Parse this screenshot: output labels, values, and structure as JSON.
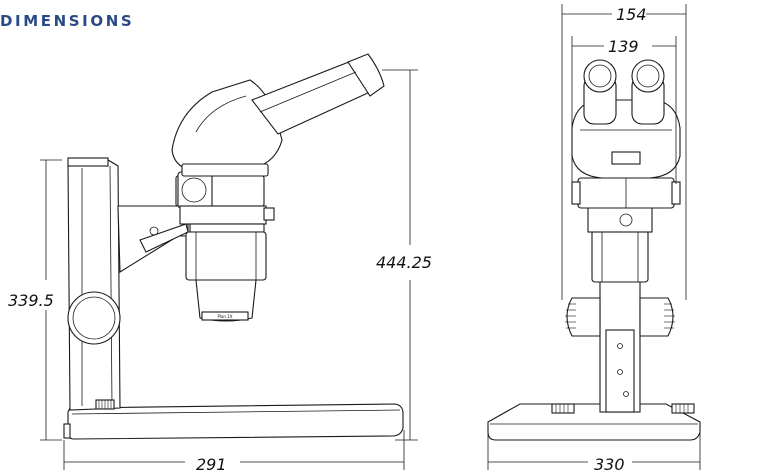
{
  "page": {
    "title": "DIMENSIONS"
  },
  "dimensions": {
    "side_view": {
      "column_height": "339.5",
      "overall_height": "444.25",
      "base_depth": "291"
    },
    "front_view": {
      "outer_width": "154",
      "inner_width": "139",
      "base_width": "330"
    }
  },
  "labels": {
    "objective_marking": "Plan 1X"
  }
}
